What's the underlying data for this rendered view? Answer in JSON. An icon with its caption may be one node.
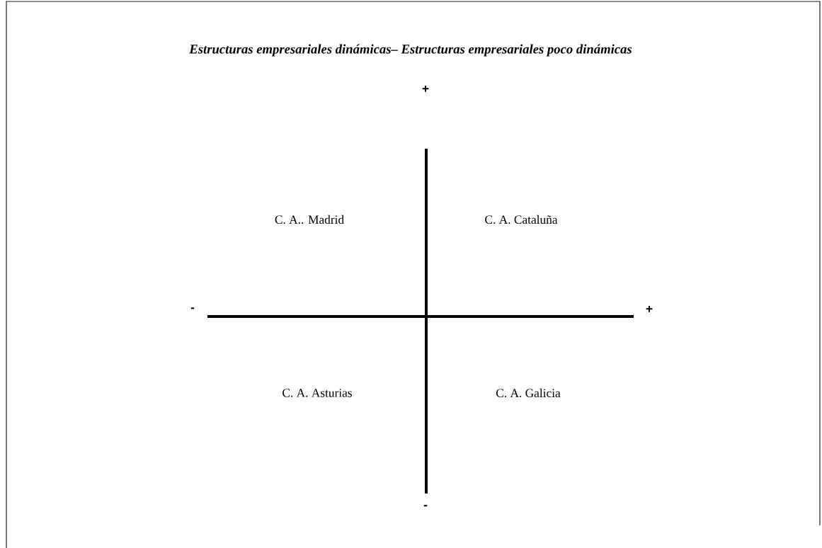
{
  "diagram": {
    "title": "Estructuras empresariales dinámicas– Estructuras empresariales poco dinámicas",
    "labels": [
      "+",
      "C. A.. Madrid",
      "C. A. Cataluña",
      "-",
      "+",
      "C. A. Asturias",
      "C. A. Galicia",
      "-"
    ]
  }
}
